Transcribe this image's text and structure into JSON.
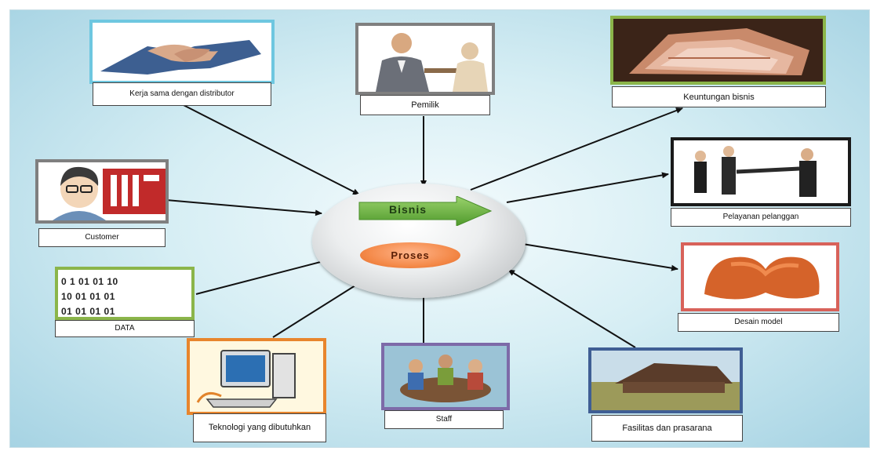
{
  "hub": {
    "main_label": "Bisnis",
    "process_label": "Proses"
  },
  "nodes": {
    "distributor": "Kerja sama dengan distributor",
    "owner": "Pemilik",
    "profit": "Keuntungan bisnis",
    "customer": "Customer",
    "service": "Pelayanan pelanggan",
    "data": "DATA",
    "design": "Desain model",
    "technology": "Teknologi yang dibutuhkan",
    "staff": "Staff",
    "facilities": "Fasilitas dan prasarana"
  },
  "data_digits": [
    "0 1 01 01 10",
    "10 01 01 01",
    "01 01 01 01"
  ],
  "colors": {
    "background": "#bfe3ee",
    "bisnis_arrow": "#6db544",
    "proses_ellipse": "#f48a4a"
  }
}
